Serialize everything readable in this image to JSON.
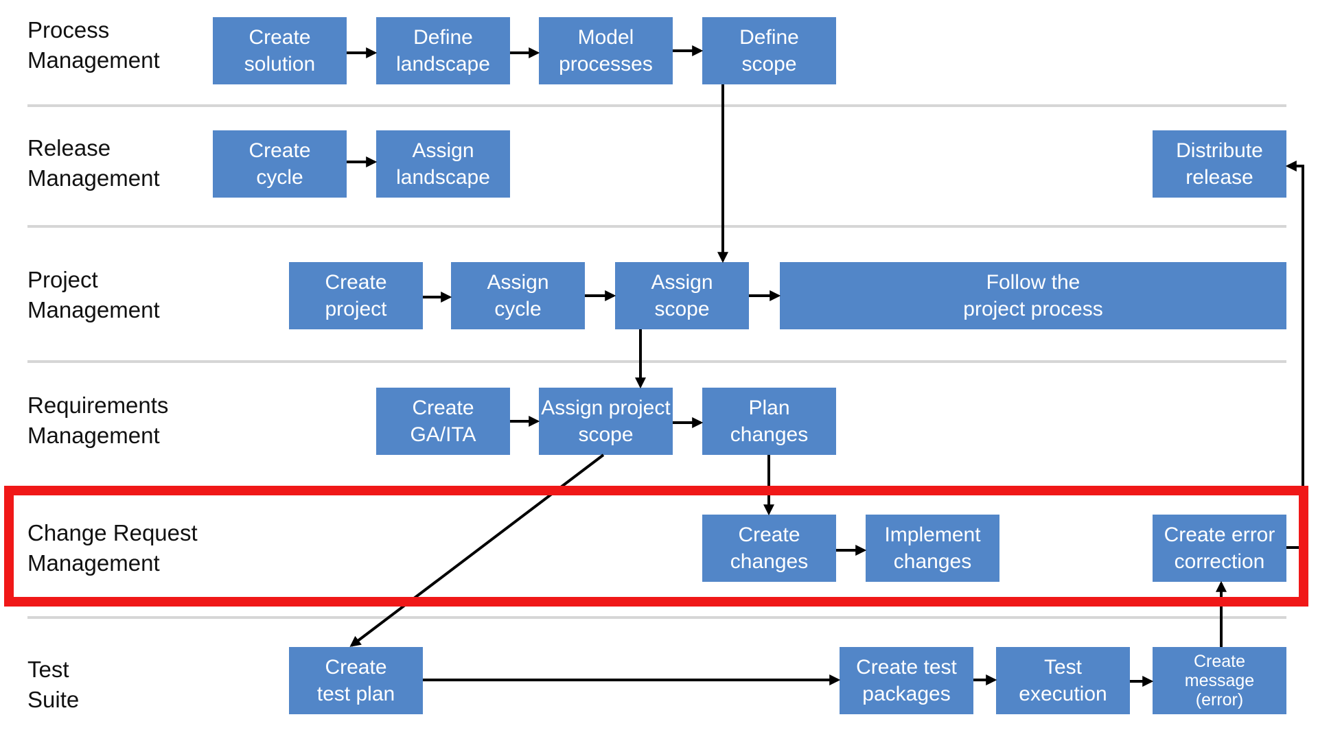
{
  "lanes": {
    "process": "Process\nManagement",
    "release": "Release\nManagement",
    "project": "Project\nManagement",
    "requirements": "Requirements\nManagement",
    "change": "Change Request\nManagement",
    "test": "Test\nSuite"
  },
  "boxes": {
    "create_solution": "Create\nsolution",
    "define_landscape": "Define\nlandscape",
    "model_processes": "Model\nprocesses",
    "define_scope": "Define\nscope",
    "create_cycle": "Create\ncycle",
    "assign_landscape": "Assign\nlandscape",
    "distribute_release": "Distribute\nrelease",
    "create_project": "Create\nproject",
    "assign_cycle": "Assign\ncycle",
    "assign_scope": "Assign\nscope",
    "follow_project": "Follow the\nproject process",
    "create_ga_ita": "Create\nGA/ITA",
    "assign_project_scope": "Assign project\nscope",
    "plan_changes": "Plan\nchanges",
    "create_changes": "Create\nchanges",
    "implement_changes": "Implement\nchanges",
    "create_error_correction": "Create error\ncorrection",
    "create_test_plan": "Create\ntest plan",
    "create_test_packages": "Create test\npackages",
    "test_execution": "Test\nexecution",
    "create_message_error": "Create\nmessage\n(error)"
  },
  "colors": {
    "box_fill": "#5286c8",
    "box_text": "#ffffff",
    "highlight": "#f01818",
    "separator": "#d6d6d6",
    "arrow": "#000000"
  }
}
